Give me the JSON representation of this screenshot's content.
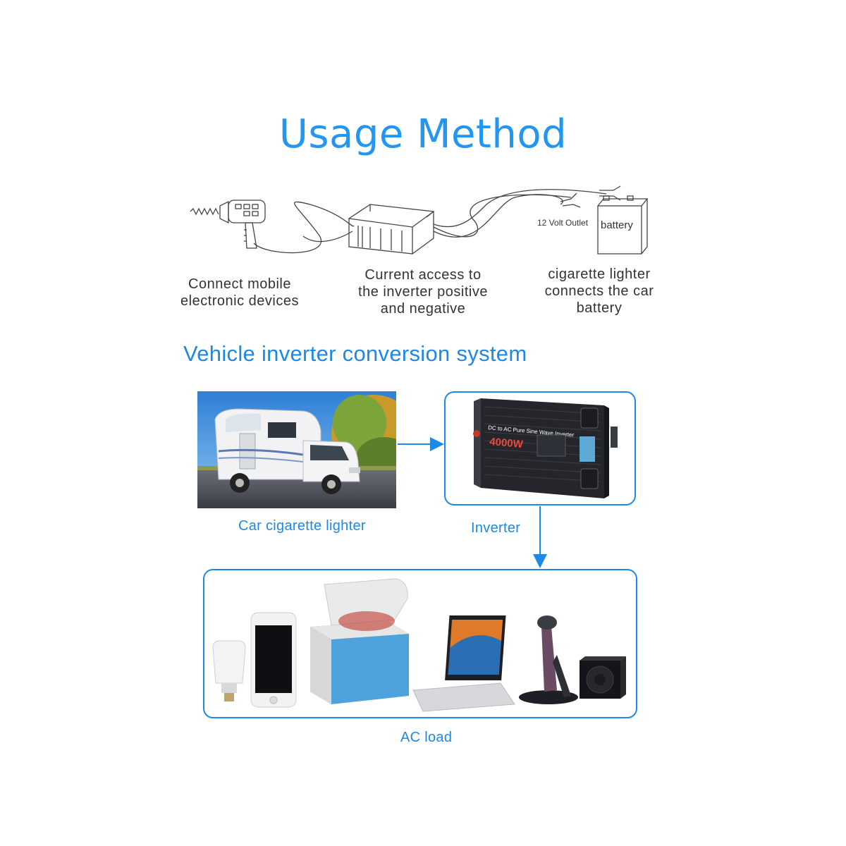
{
  "title": "Usage Method",
  "usage": {
    "outlet_label": "12 Volt Outlet",
    "battery_label": "battery",
    "captions": {
      "devices": "Connect mobile\nelectronic devices",
      "current": "Current access to\nthe inverter positive\nand negative",
      "battery": "cigarette lighter\nconnects the car\nbattery"
    }
  },
  "subtitle": "Vehicle inverter conversion system",
  "system": {
    "car_label": "Car cigarette lighter",
    "inverter_label": "Inverter",
    "ac_label": "AC load",
    "inverter_text": {
      "line1": "DC to AC Pure Sine Wave Inverter",
      "power": "4000W"
    }
  },
  "colors": {
    "accent": "#1e88e5",
    "title": "#2196f3",
    "caption": "#333333"
  }
}
